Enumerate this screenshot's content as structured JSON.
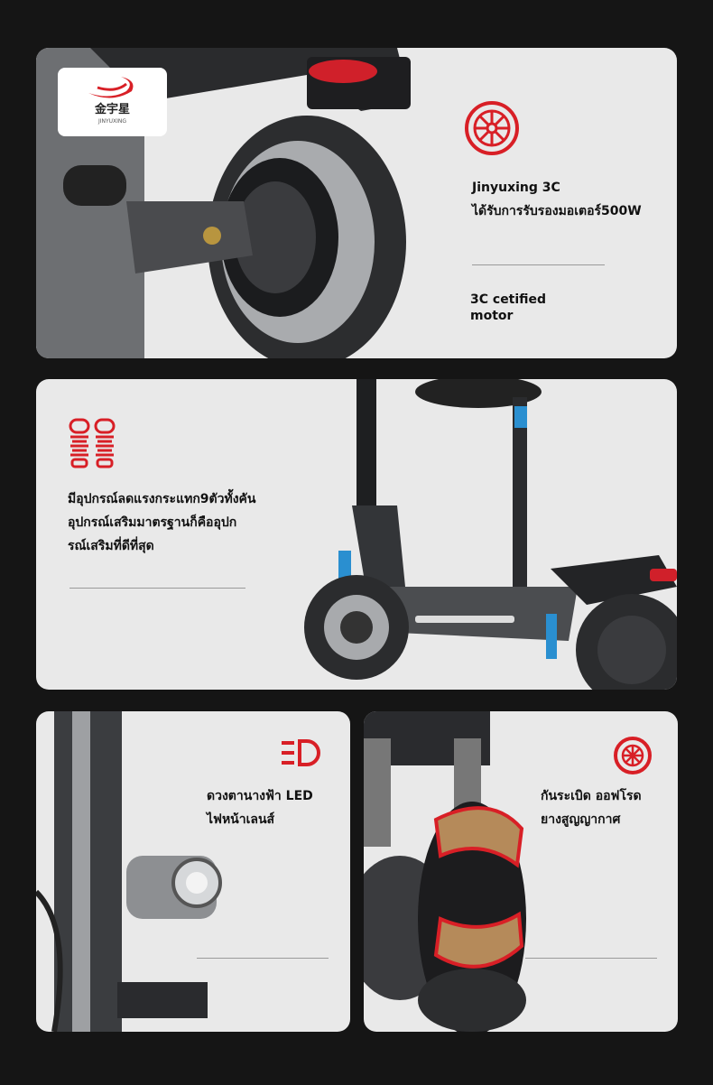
{
  "brand": {
    "logo_text": "金宇星",
    "logo_subtext": "JINYUXING"
  },
  "accent_color": "#d81f26",
  "panels": [
    {
      "icon": "wheel-icon",
      "title_lines": [
        "Jinyuxing  3C",
        "ได้รับการรับรองมอเตอร์500W"
      ],
      "caption_lines": [
        "3C cetified",
        "motor"
      ]
    },
    {
      "icon": "shock-absorber-icon",
      "title_lines": [
        "มีอุปกรณ์ลดแรงกระแทก9ตัวทั้งคัน",
        "อุปกรณ์เสริมมาตรฐานก็คืออุปก",
        "รณ์เสริมที่ดีที่สุด"
      ]
    },
    {
      "icon": "headlight-icon",
      "title_lines": [
        "ดวงตานางฟ้า LED",
        "ไฟหน้าเลนส์"
      ]
    },
    {
      "icon": "tire-icon",
      "title_lines": [
        "กันระเบิด ออฟโรด",
        "ยางสูญญากาศ"
      ]
    }
  ]
}
